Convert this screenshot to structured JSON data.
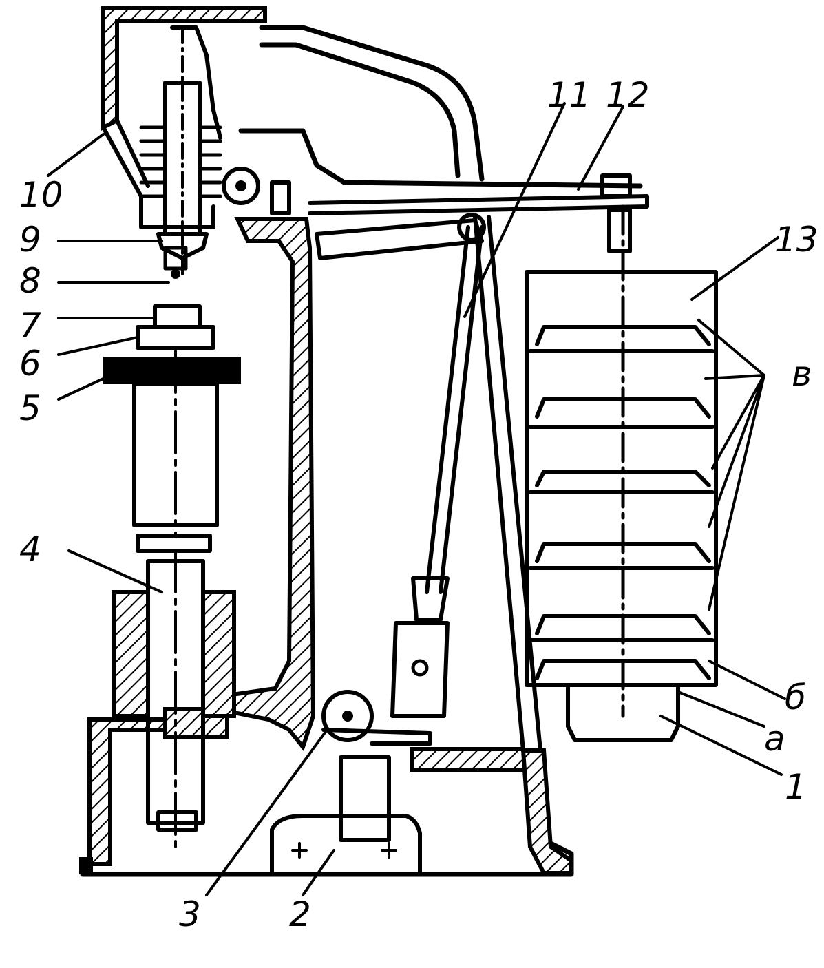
{
  "diagram": {
    "callouts": [
      {
        "id": "10",
        "text": "10"
      },
      {
        "id": "9",
        "text": "9"
      },
      {
        "id": "8",
        "text": "8"
      },
      {
        "id": "7",
        "text": "7"
      },
      {
        "id": "6",
        "text": "6"
      },
      {
        "id": "5",
        "text": "5"
      },
      {
        "id": "4",
        "text": "4"
      },
      {
        "id": "3",
        "text": "3"
      },
      {
        "id": "2",
        "text": "2"
      },
      {
        "id": "11",
        "text": "11"
      },
      {
        "id": "12",
        "text": "12"
      },
      {
        "id": "13",
        "text": "13"
      },
      {
        "id": "v",
        "text": "в"
      },
      {
        "id": "b",
        "text": "б"
      },
      {
        "id": "a",
        "text": "а"
      },
      {
        "id": "1",
        "text": "1"
      }
    ]
  }
}
